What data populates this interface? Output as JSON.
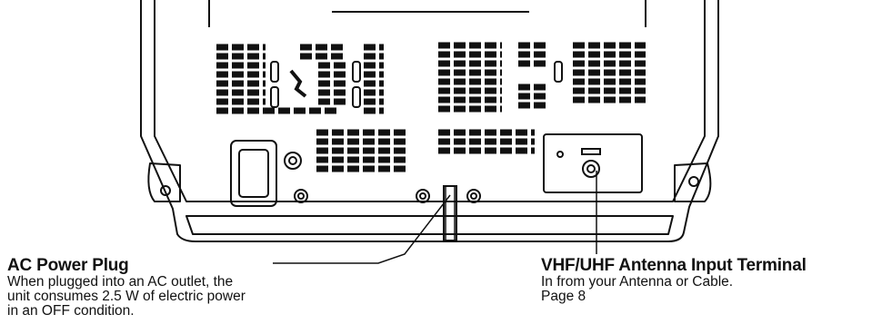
{
  "ac_power_plug": {
    "title": "AC Power Plug",
    "lines": [
      "When plugged into an AC outlet, the",
      "unit consumes 2.5 W of electric power",
      "in an OFF condition."
    ]
  },
  "antenna_terminal": {
    "title": "VHF/UHF Antenna Input Terminal",
    "lines": [
      "In from your Antenna or Cable.",
      "Page 8"
    ]
  }
}
